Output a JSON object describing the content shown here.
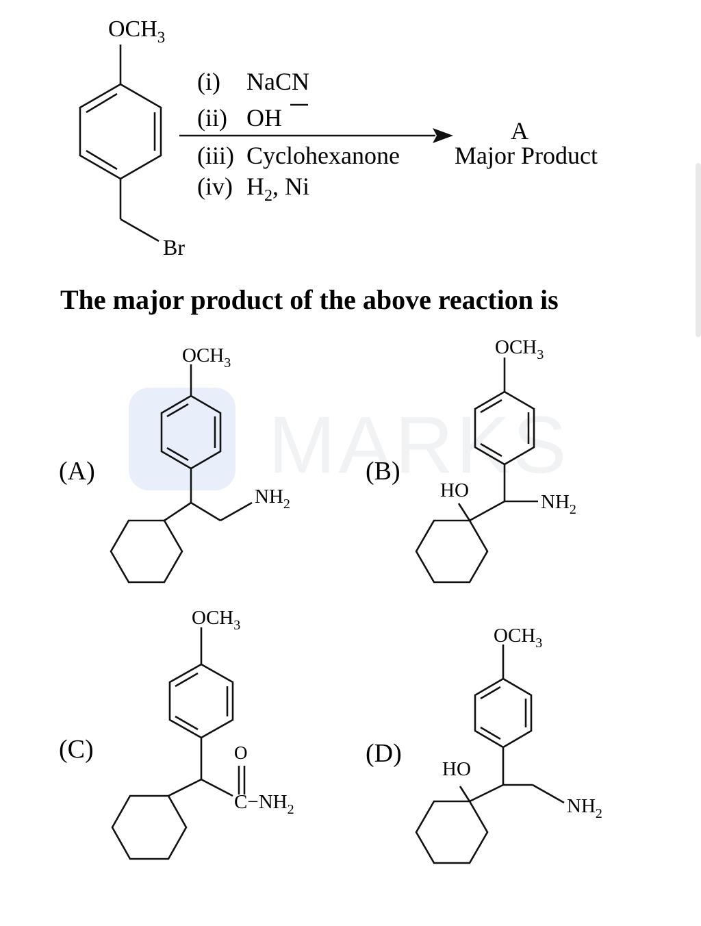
{
  "reaction": {
    "reactant": {
      "top_group": "OCH",
      "top_sub": "3",
      "bottom_group": "Br"
    },
    "reagents": [
      {
        "num": "(i)",
        "text": "NaCN"
      },
      {
        "num": "(ii)",
        "text": "OH"
      },
      {
        "num": "(iii)",
        "text": "Cyclohexanone"
      },
      {
        "num": "(iv)",
        "text": "H",
        "sub": "2",
        "after": ", Ni"
      }
    ],
    "product_letter": "A",
    "product_label": "Major Product"
  },
  "question": "The major product of the above reaction is",
  "watermark": "MARKS",
  "options": [
    {
      "label": "(A)",
      "top_group": "OCH",
      "top_sub": "3",
      "amine": "NH",
      "amine_sub": "2"
    },
    {
      "label": "(B)",
      "top_group": "OCH",
      "top_sub": "3",
      "hydroxy": "HO",
      "amine": "NH",
      "amine_sub": "2"
    },
    {
      "label": "(C)",
      "top_group": "OCH",
      "top_sub": "3",
      "oxygen": "O",
      "carbon": "C",
      "dash": "−",
      "amine": "NH",
      "amine_sub": "2"
    },
    {
      "label": "(D)",
      "top_group": "OCH",
      "top_sub": "3",
      "hydroxy": "HO",
      "amine": "NH",
      "amine_sub": "2"
    }
  ]
}
